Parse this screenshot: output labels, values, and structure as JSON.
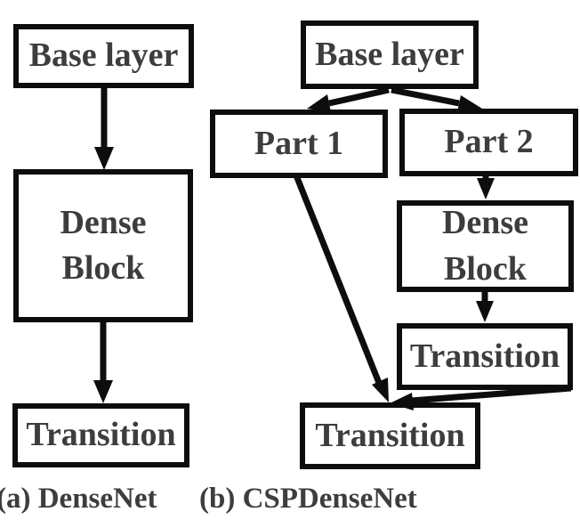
{
  "colors": {
    "background": "#ffffff",
    "box_border": "#0d0d0d",
    "arrow": "#0d0d0d",
    "text": "#3d3d3d"
  },
  "diagram_a": {
    "caption": "(a) DenseNet",
    "nodes": {
      "base_layer": "Base layer",
      "dense_block": "Dense\nBlock",
      "transition": "Transition"
    },
    "edges": [
      "Base layer → Dense Block",
      "Dense Block → Transition"
    ]
  },
  "diagram_b": {
    "caption": "(b) CSPDenseNet",
    "nodes": {
      "base_layer": "Base layer",
      "part1": "Part 1",
      "part2": "Part 2",
      "dense_block": "Dense\nBlock",
      "transition_upper": "Transition",
      "transition_bottom": "Transition"
    },
    "edges": [
      "Base layer → Part 1",
      "Base layer → Part 2",
      "Part 2 → Dense Block",
      "Dense Block → Transition (upper)",
      "Part 1 → Transition (bottom)",
      "Transition (upper) → Transition (bottom)"
    ]
  }
}
